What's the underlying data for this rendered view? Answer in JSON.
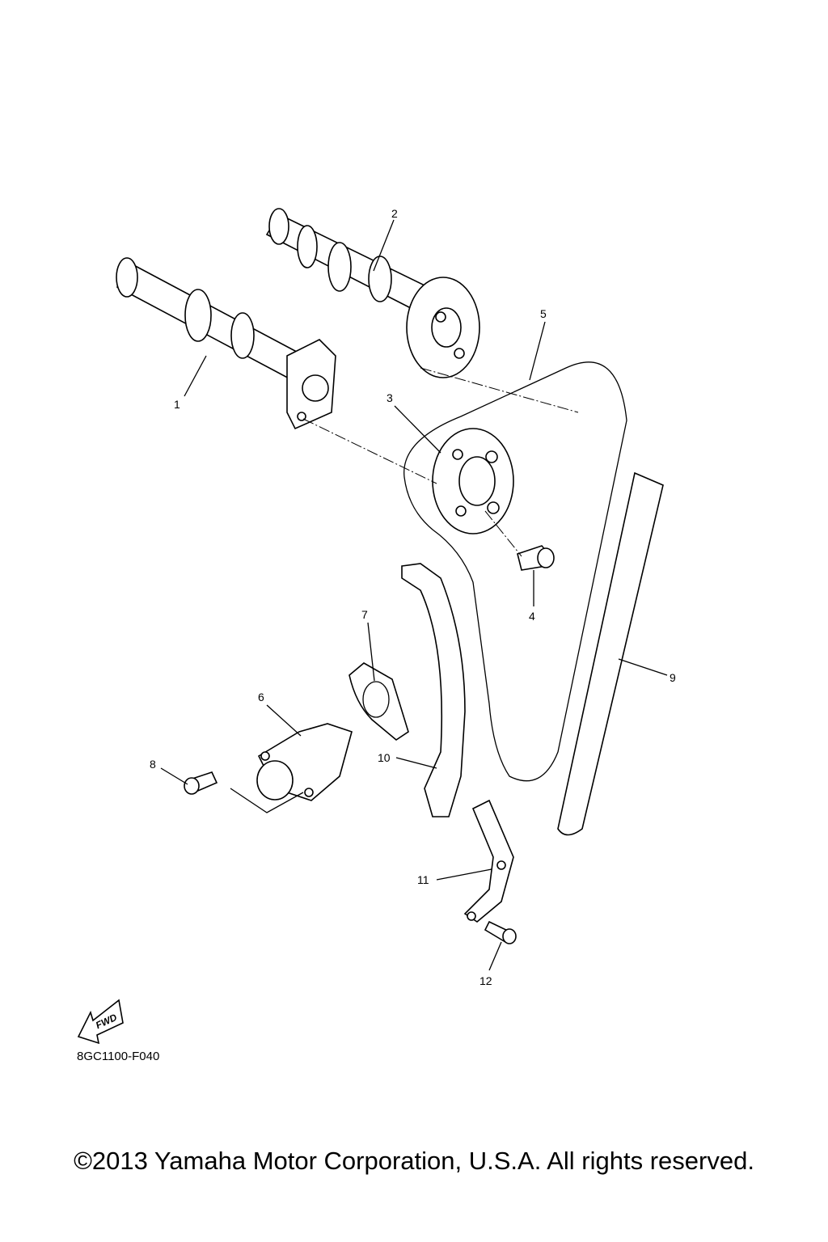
{
  "diagram": {
    "callouts": [
      "1",
      "2",
      "3",
      "4",
      "5",
      "6",
      "7",
      "8",
      "9",
      "10",
      "11",
      "12"
    ],
    "fwd_label": "FWD",
    "fwd_icon": "forward-arrow-icon",
    "drawing_code": "8GC1100-F040"
  },
  "footer": {
    "copyright": "©2013 Yamaha Motor Corporation, U.S.A. All rights reserved."
  }
}
